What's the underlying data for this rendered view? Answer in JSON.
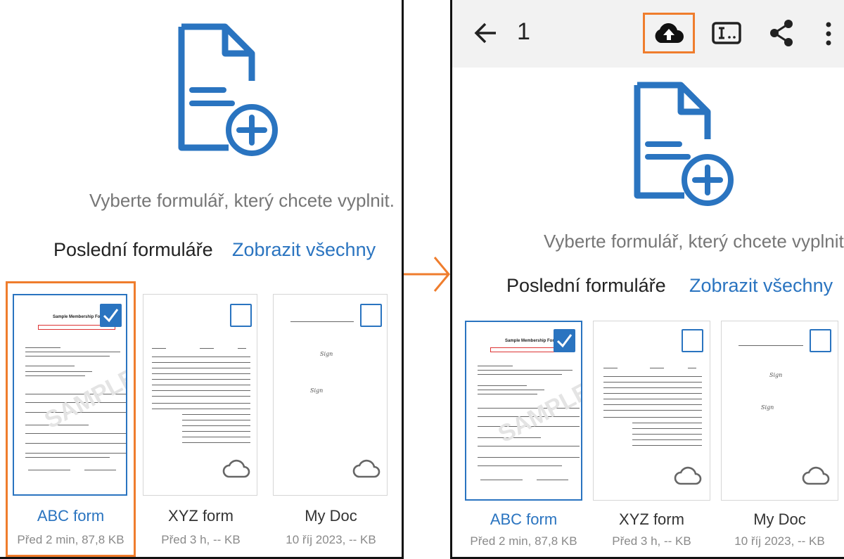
{
  "left": {
    "prompt": "Vyberte formulář, který chcete vyplnit.",
    "recent_title": "Poslední formuláře",
    "view_all": "Zobrazit všechny",
    "cards": [
      {
        "name": "ABC form",
        "meta": "Před 2 min, 87,8 KB",
        "selected": true
      },
      {
        "name": "XYZ form",
        "meta": "Před 3 h, -- KB",
        "selected": false
      },
      {
        "name": "My Doc",
        "meta": "10 říj 2023, -- KB",
        "selected": false
      }
    ]
  },
  "right": {
    "toolbar": {
      "count": "1"
    },
    "prompt": "Vyberte formulář, který chcete vyplnit.",
    "recent_title": "Poslední formuláře",
    "view_all": "Zobrazit všechny",
    "cards": [
      {
        "name": "ABC form",
        "meta": "Před 2 min, 87,8 KB",
        "selected": true
      },
      {
        "name": "XYZ form",
        "meta": "Před 3 h, -- KB",
        "selected": false
      },
      {
        "name": "My Doc",
        "meta": "10 říj 2023, -- KB",
        "selected": false
      }
    ]
  },
  "thumbnail_text": {
    "form_title": "Sample Membership Form",
    "watermark": "SAMPLE",
    "scribble": "Sign"
  },
  "colors": {
    "accent": "#2a74c0",
    "highlight": "#ef7d2d",
    "topbar": "#f2f2f2"
  },
  "icons": [
    "back-arrow-icon",
    "cloud-upload-icon",
    "text-recognition-icon",
    "share-icon",
    "more-vertical-icon",
    "document-add-icon",
    "checkbox-icon",
    "cloud-icon",
    "next-arrow-icon"
  ]
}
